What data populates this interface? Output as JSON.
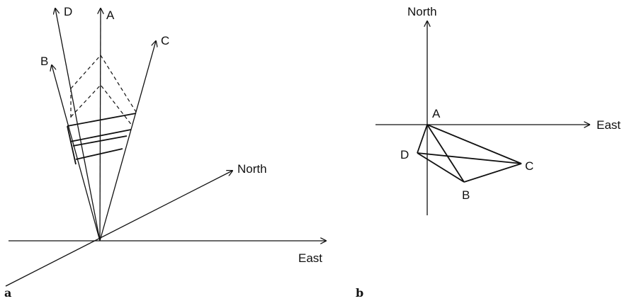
{
  "panel_a": {
    "tag": "a",
    "labels": {
      "A": "A",
      "B": "B",
      "C": "C",
      "D": "D",
      "north": "North",
      "east": "East"
    }
  },
  "panel_b": {
    "tag": "b",
    "labels": {
      "A": "A",
      "B": "B",
      "C": "C",
      "D": "D",
      "north": "North",
      "east": "East"
    }
  }
}
